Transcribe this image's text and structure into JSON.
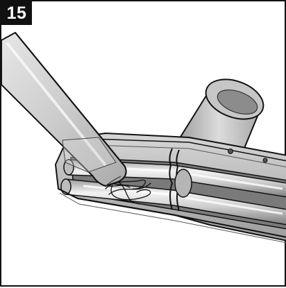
{
  "step": {
    "number": "15"
  },
  "illustration": {
    "icons": [
      "floor-nozzle",
      "crevice-tool",
      "tangled-hair-debris"
    ]
  }
}
